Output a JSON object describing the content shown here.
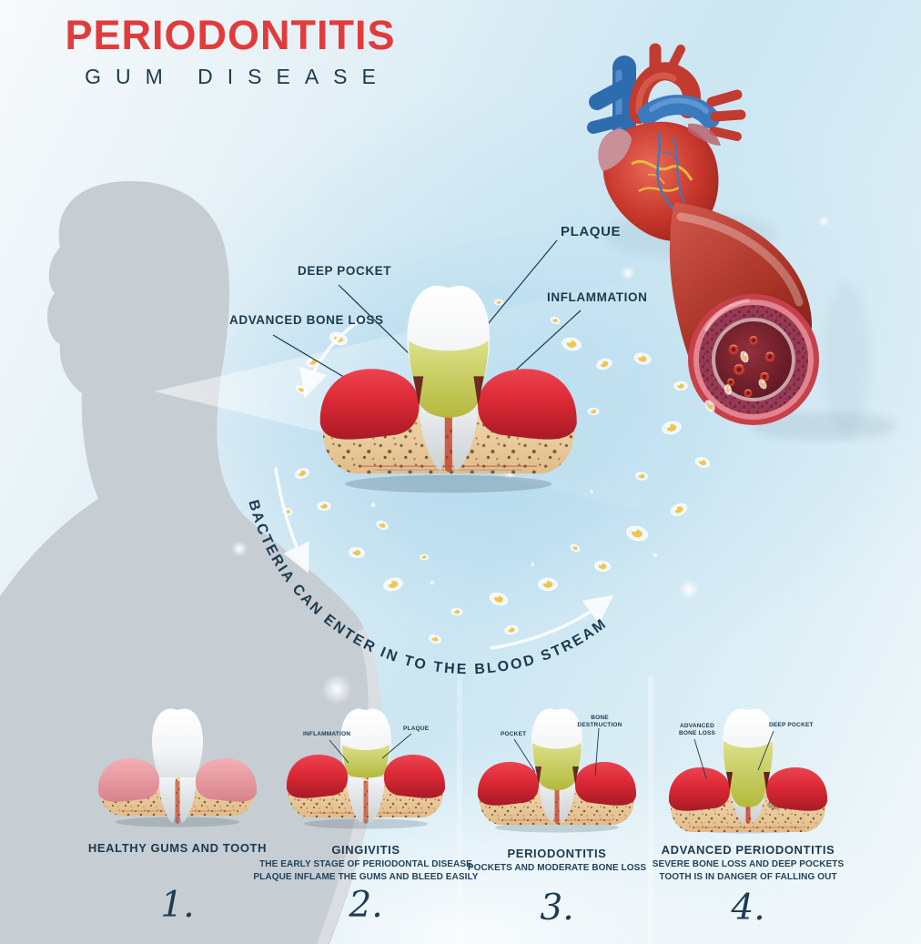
{
  "header": {
    "title": "PERIODONTITIS",
    "subtitle": "GUM DISEASE"
  },
  "main_diagram": {
    "labels": {
      "deep_pocket": "DEEP POCKET",
      "advanced_bone_loss": "ADVANCED BONE LOSS",
      "plaque": "PLAQUE",
      "inflammation": "INFLAMMATION"
    },
    "curved_text": "BACTERIA CAN ENTER  IN TO THE BLOOD STREAM"
  },
  "stages": [
    {
      "number": "1.",
      "title": "HEALTHY GUMS AND TOOTH",
      "description_lines": [],
      "callouts": []
    },
    {
      "number": "2.",
      "title": "GINGIVITIS",
      "description_lines": [
        "THE EARLY STAGE OF PERIODONTAL DISEASE",
        "PLAQUE INFLAME THE GUMS AND BLEED EASILY"
      ],
      "callouts": [
        "INFLAMMATION",
        "PLAQUE"
      ]
    },
    {
      "number": "3.",
      "title": "PERIODONTITIS",
      "description_lines": [
        "POCKETS AND MODERATE BONE LOSS"
      ],
      "callouts": [
        "POCKET",
        "BONE DESTRUCTION"
      ]
    },
    {
      "number": "4.",
      "title": "ADVANCED PERIODONTITIS",
      "description_lines": [
        "SEVERE BONE LOSS AND DEEP POCKETS",
        "TOOTH IS IN DANGER OF FALLING OUT"
      ],
      "callouts": [
        "ADVANCED BONE LOSS",
        "DEEP POCKET"
      ]
    }
  ],
  "illustrations": {
    "heart": "anatomical-heart",
    "artery": "artery-cross-section-with-bacteria",
    "tooth_main": "tooth-with-periodontitis",
    "silhouette": "human-head-silhouette",
    "bacteria": "bacteria-cells"
  },
  "colors": {
    "title_red": "#E23B3C",
    "navy_text": "#1C3A4E",
    "background_blue": "#C7E4F1",
    "inflamed_gum_red": "#E0313B",
    "healthy_gum_pink": "#EFA6AB",
    "plaque_yellow_green": "#C6CA4F",
    "bone_tan": "#EDD0A3",
    "bacteria_yellow": "#EFC13C",
    "artery_red": "#C0392B",
    "silhouette_grey": "#C6CDD3"
  }
}
